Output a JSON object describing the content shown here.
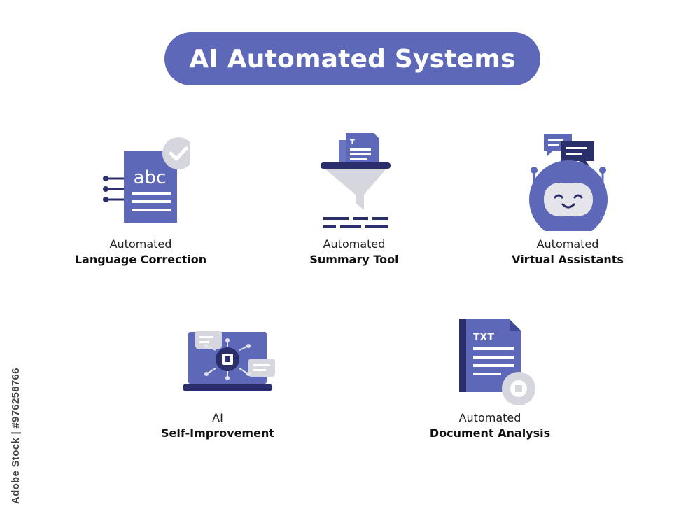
{
  "title": "AI Automated Systems",
  "colors": {
    "primary": "#5d69b8",
    "dark": "#2a2f6b",
    "light_gray": "#d6d6de",
    "white": "#ffffff"
  },
  "items": [
    {
      "icon": "abc-document-check-icon",
      "line1": "Automated",
      "line2": "Language Correction",
      "icon_text": "abc"
    },
    {
      "icon": "document-funnel-icon",
      "line1": "Automated",
      "line2": "Summary Tool",
      "icon_text": "T"
    },
    {
      "icon": "robot-chat-icon",
      "line1": "Automated",
      "line2": "Virtual Assistants"
    },
    {
      "icon": "laptop-brain-chip-icon",
      "line1": "AI",
      "line2": "Self-Improvement"
    },
    {
      "icon": "txt-document-brain-icon",
      "line1": "Automated",
      "line2": "Document Analysis",
      "icon_text": "TXT"
    }
  ],
  "watermark": "Adobe Stock | #976258766"
}
